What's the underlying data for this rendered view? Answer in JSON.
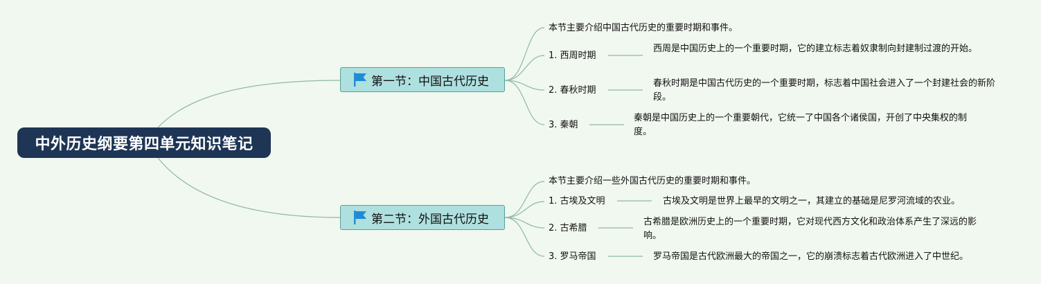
{
  "root": {
    "title": "中外历史纲要第四单元知识笔记"
  },
  "sections": [
    {
      "title": "第一节：中国古代历史",
      "intro": "本节主要介绍中国古代历史的重要时期和事件。",
      "items": [
        {
          "label": "1. 西周时期",
          "desc": "西周是中国历史上的一个重要时期，它的建立标志着奴隶制向封建制过渡的开始。"
        },
        {
          "label": "2. 春秋时期",
          "desc": "春秋时期是中国古代历史的一个重要时期，标志着中国社会进入了一个封建社会的新阶段。"
        },
        {
          "label": "3. 秦朝",
          "desc": "秦朝是中国历史上的一个重要朝代，它统一了中国各个诸侯国，开创了中央集权的制度。"
        }
      ]
    },
    {
      "title": "第二节：外国古代历史",
      "intro": "本节主要介绍一些外国古代历史的重要时期和事件。",
      "items": [
        {
          "label": "1. 古埃及文明",
          "desc": "古埃及文明是世界上最早的文明之一，其建立的基础是尼罗河流域的农业。"
        },
        {
          "label": "2. 古希腊",
          "desc": "古希腊是欧洲历史上的一个重要时期，它对现代西方文化和政治体系产生了深远的影响。"
        },
        {
          "label": "3. 罗马帝国",
          "desc": "罗马帝国是古代欧洲最大的帝国之一，它的崩溃标志着古代欧洲进入了中世纪。"
        }
      ]
    }
  ],
  "colors": {
    "background": "#f1f8ef",
    "root_fill": "#1e3555",
    "section_fill": "#aee0df",
    "section_border": "#5a9c98",
    "connector": "#8fb8a0",
    "flag": "#1f8ad6"
  },
  "icons": {
    "section_marker": "flag-icon"
  }
}
